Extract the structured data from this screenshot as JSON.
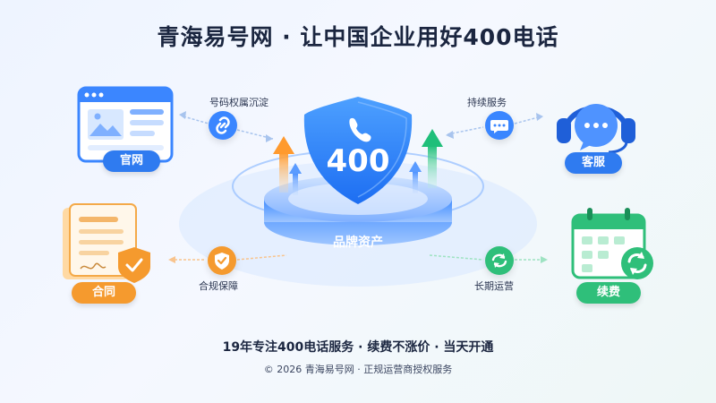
{
  "title": "青海易号网 · 让中国企业用好400电话",
  "center": {
    "badge": "400",
    "platform_label": "品牌资产",
    "phone_icon": "phone-icon"
  },
  "nodes": {
    "website": {
      "label": "官网",
      "icon": "browser-window-icon",
      "color": "#2f7bf0"
    },
    "service": {
      "label": "客服",
      "icon": "headset-icon",
      "color": "#2f7bf0"
    },
    "contract": {
      "label": "合同",
      "icon": "contract-document-icon",
      "color": "#f59a2e"
    },
    "renewal": {
      "label": "续费",
      "icon": "calendar-icon",
      "color": "#2fbf7a"
    }
  },
  "connectors": {
    "ownership": {
      "label": "号码权属沉淀",
      "icon": "link-icon"
    },
    "ongoing_service": {
      "label": "持续服务",
      "icon": "chat-bubble-icon"
    },
    "compliance": {
      "label": "合规保障",
      "icon": "shield-check-icon"
    },
    "long_term": {
      "label": "长期运营",
      "icon": "refresh-icon"
    }
  },
  "tagline": "19年专注400电话服务 · 续费不涨价 · 当天开通",
  "copyright": "© 2026 青海易号网 · 正规运营商授权服务"
}
